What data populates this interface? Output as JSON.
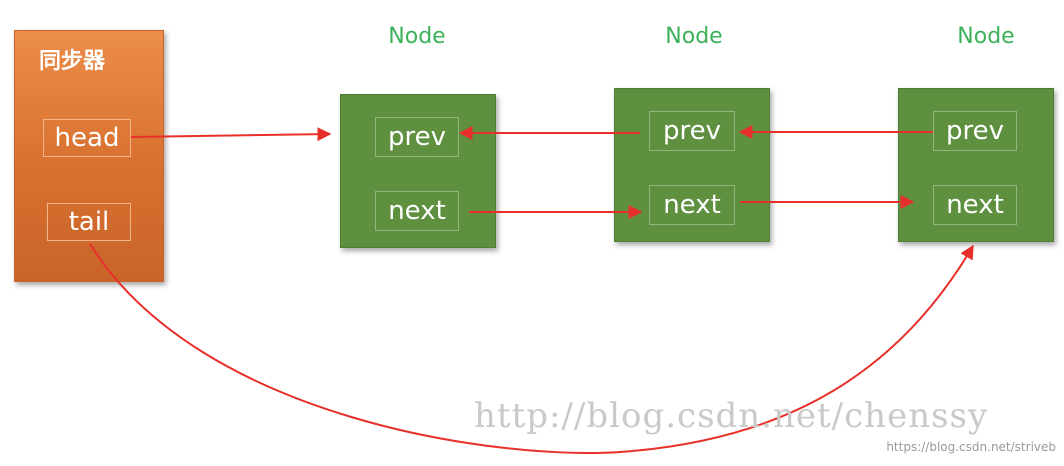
{
  "synchronizer": {
    "title": "同步器",
    "head_label": "head",
    "tail_label": "tail"
  },
  "nodes": [
    {
      "label": "Node",
      "prev": "prev",
      "next": "next"
    },
    {
      "label": "Node",
      "prev": "prev",
      "next": "next"
    },
    {
      "label": "Node",
      "prev": "prev",
      "next": "next"
    }
  ],
  "watermark": {
    "large": "http://blog.csdn.net/chenssy",
    "small": "https://blog.csdn.net/striveb"
  },
  "colors": {
    "synchronizer_fill": "#e07a37",
    "node_fill": "#5f903f",
    "node_label": "#3cb15a",
    "arrow": "#e8302a"
  }
}
